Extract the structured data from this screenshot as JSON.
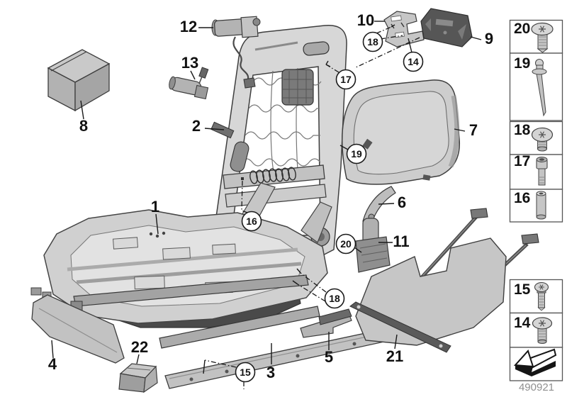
{
  "diagram": {
    "figure_number": "490921",
    "callouts": {
      "1": "1",
      "2": "2",
      "3": "3",
      "4": "4",
      "5": "5",
      "6": "6",
      "7": "7",
      "8": "8",
      "9": "9",
      "10": "10",
      "11": "11",
      "12": "12",
      "13": "13",
      "21": "21",
      "22": "22"
    },
    "circled_callouts": {
      "14": "14",
      "15": "15",
      "16": "16",
      "17": "17",
      "18": "18",
      "19": "19",
      "20": "20"
    }
  },
  "fastener_panel": {
    "cells": [
      {
        "label": "20",
        "icon": "pan-head-screw-icon"
      },
      {
        "label": "19",
        "icon": "blind-rivet-icon"
      },
      {
        "label": "18",
        "icon": "round-head-screw-icon"
      },
      {
        "label": "17",
        "icon": "socket-head-screw-icon"
      },
      {
        "label": "16",
        "icon": "spacer-sleeve-icon"
      },
      {
        "label": "15",
        "icon": "torx-screw-icon"
      },
      {
        "label": "14",
        "icon": "torx-pan-head-screw-icon"
      },
      {
        "label": "",
        "icon": "direction-arrow-icon"
      }
    ]
  }
}
